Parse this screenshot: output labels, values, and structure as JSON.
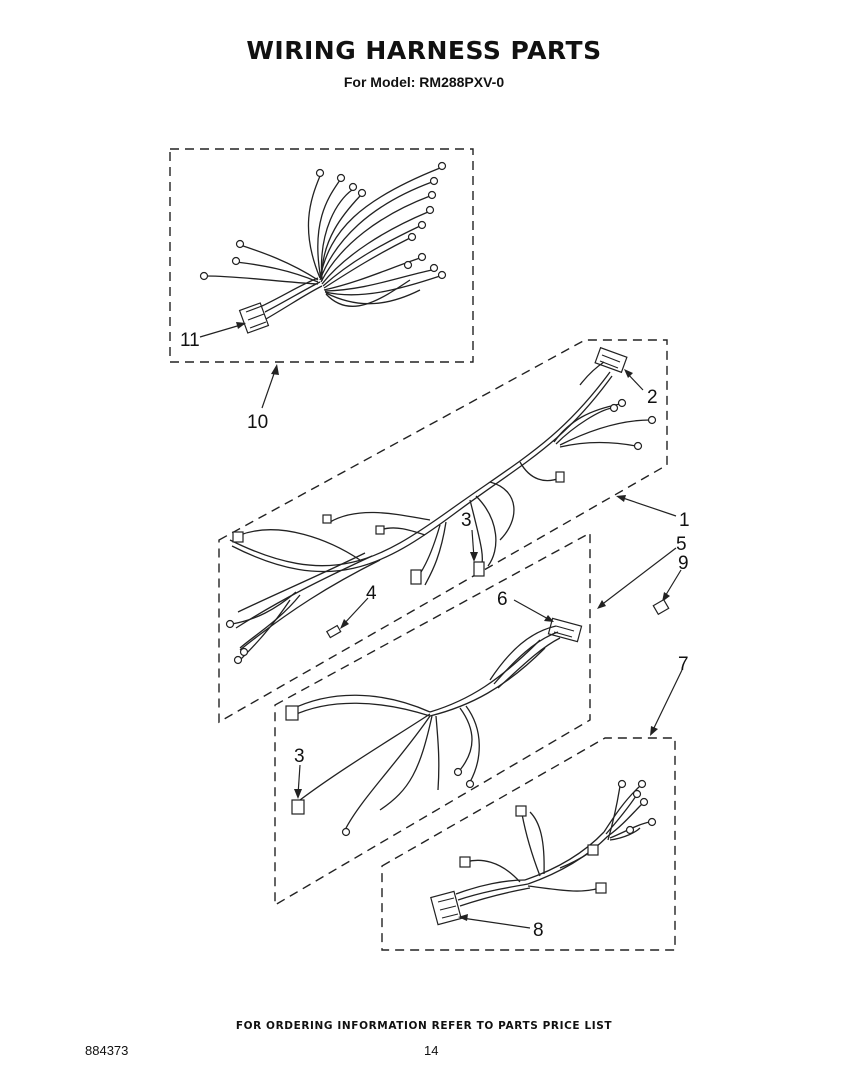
{
  "header": {
    "title": "WIRING HARNESS PARTS",
    "subtitle": "For Model: RM288PXV-0"
  },
  "callouts": {
    "c1": "1",
    "c2": "2",
    "c3a": "3",
    "c3b": "3",
    "c4": "4",
    "c5": "5",
    "c6": "6",
    "c7": "7",
    "c8": "8",
    "c9": "9",
    "c10": "10",
    "c11": "11"
  },
  "footer": {
    "note": "FOR ORDERING INFORMATION REFER TO PARTS PRICE LIST",
    "doc_number": "884373",
    "page_number": "14"
  }
}
